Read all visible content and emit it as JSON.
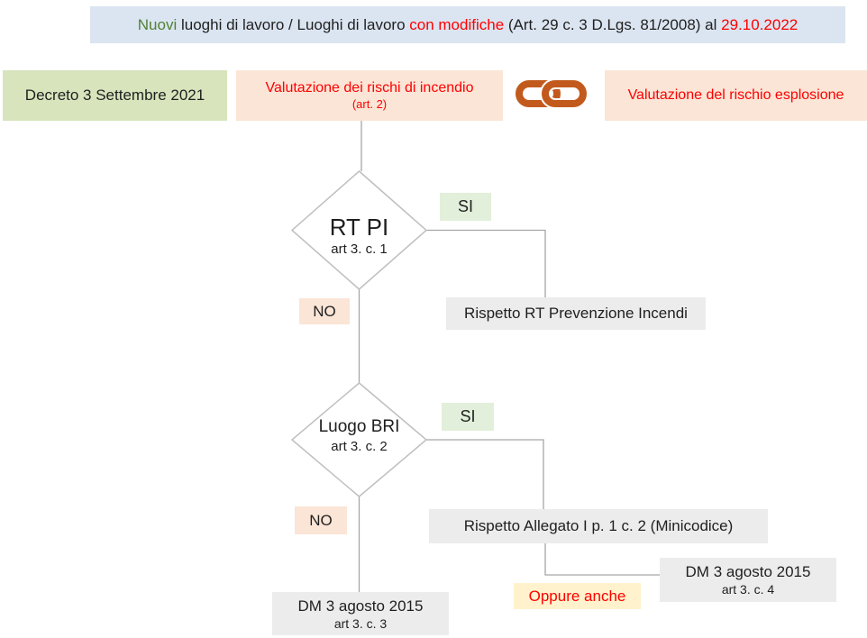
{
  "header": {
    "part_nuovi": "Nuovi",
    "part_mid": "luoghi di lavoro / Luoghi di lavoro",
    "part_modifiche": "con modifiche",
    "part_art": "(Art. 29 c. 3 D.Lgs. 81/2008) al",
    "part_date": "29.10.2022"
  },
  "top_row": {
    "decreto": "Decreto 3 Settembre 2021",
    "valutazione_incendio": {
      "line1": "Valutazione dei rischi di incendio",
      "line2": "(art. 2)"
    },
    "chain_icon": "chain-link-icon",
    "valutazione_esplosione": "Valutazione del rischio esplosione"
  },
  "flowchart": {
    "diamond1": {
      "title": "RT PI",
      "subtitle": "art 3. c. 1"
    },
    "diamond2": {
      "title": "Luogo BRI",
      "subtitle": "art 3. c. 2"
    },
    "labels": {
      "yes": "SI",
      "no": "NO"
    },
    "rispetto_rt": "Rispetto RT Prevenzione Incendi",
    "minicodice": "Rispetto Allegato I p. 1 c. 2 (Minicodice)",
    "dm_c4": {
      "line1": "DM 3 agosto 2015",
      "line2": "art 3. c. 4"
    },
    "oppure_anche": "Oppure anche",
    "dm_c3": {
      "line1": "DM 3 agosto 2015",
      "line2": "art 3. c. 3"
    }
  },
  "colors": {
    "header_bg": "#dbe5f1",
    "green_box_bg": "#d7e4bc",
    "peach_bg": "#fbe5d6",
    "gray_bg": "#ececec",
    "si_bg": "#e2efda",
    "yellow_bg": "#fff2cc",
    "text": "#1f1f1f",
    "red": "#ff0000",
    "green_text": "#538135",
    "line": "#a6a6a6",
    "diamond_stroke": "#bfbfbf",
    "chain": "#c35a1d"
  }
}
